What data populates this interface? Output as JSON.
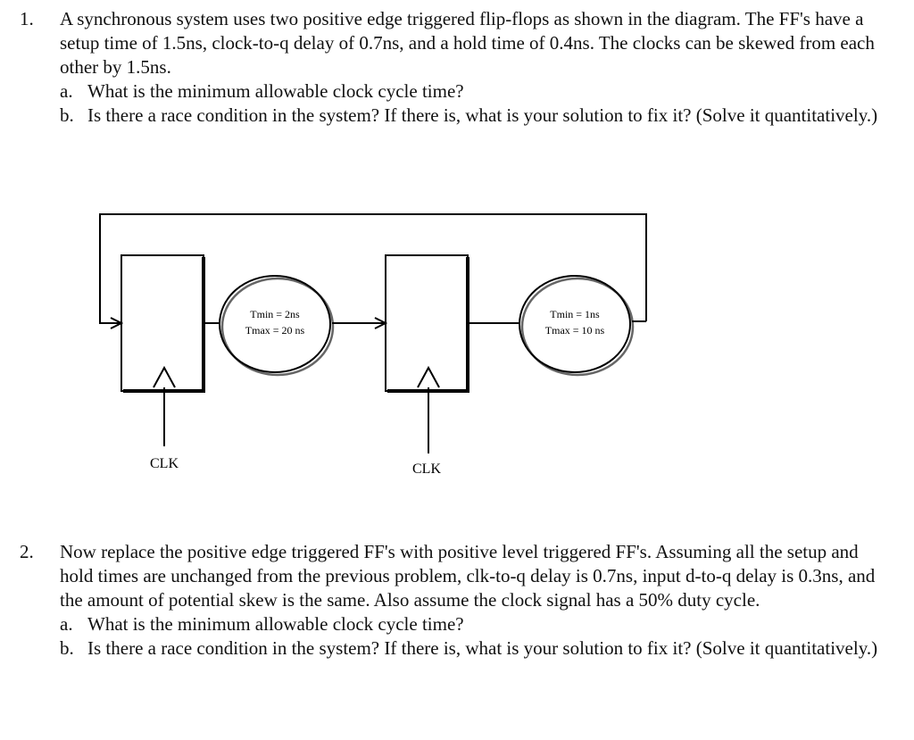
{
  "q1": {
    "number": "1.",
    "text": "A synchronous system uses two positive edge triggered flip-flops as shown in the diagram. The FF's have a setup time of 1.5ns, clock-to-q delay of 0.7ns, and a hold time of 0.4ns. The clocks can be skewed from each other by 1.5ns.",
    "a_letter": "a.",
    "a_text": "What is the minimum allowable clock cycle time?",
    "b_letter": "b.",
    "b_text": "Is there a race condition in the system? If there is, what is your solution to fix it? (Solve it quantitatively.)"
  },
  "diagram": {
    "logic1_tmin": "Tmin = 2ns",
    "logic1_tmax": "Tmax = 20 ns",
    "logic2_tmin": "Tmin = 1ns",
    "logic2_tmax": "Tmax = 10 ns",
    "clk1_label": "CLK",
    "clk2_label": "CLK"
  },
  "q2": {
    "number": "2.",
    "text": "Now replace the positive edge triggered FF's with positive level triggered FF's. Assuming all the setup and hold times are unchanged from the previous problem, clk-to-q delay is 0.7ns, input d-to-q delay is 0.3ns, and the amount of potential skew is the same. Also assume the clock signal has a 50% duty cycle.",
    "a_letter": "a.",
    "a_text": "What is the minimum allowable clock cycle time?",
    "b_letter": "b.",
    "b_text": "Is there a race condition in the system? If there is, what is your solution to fix it? (Solve it quantitatively.)"
  }
}
